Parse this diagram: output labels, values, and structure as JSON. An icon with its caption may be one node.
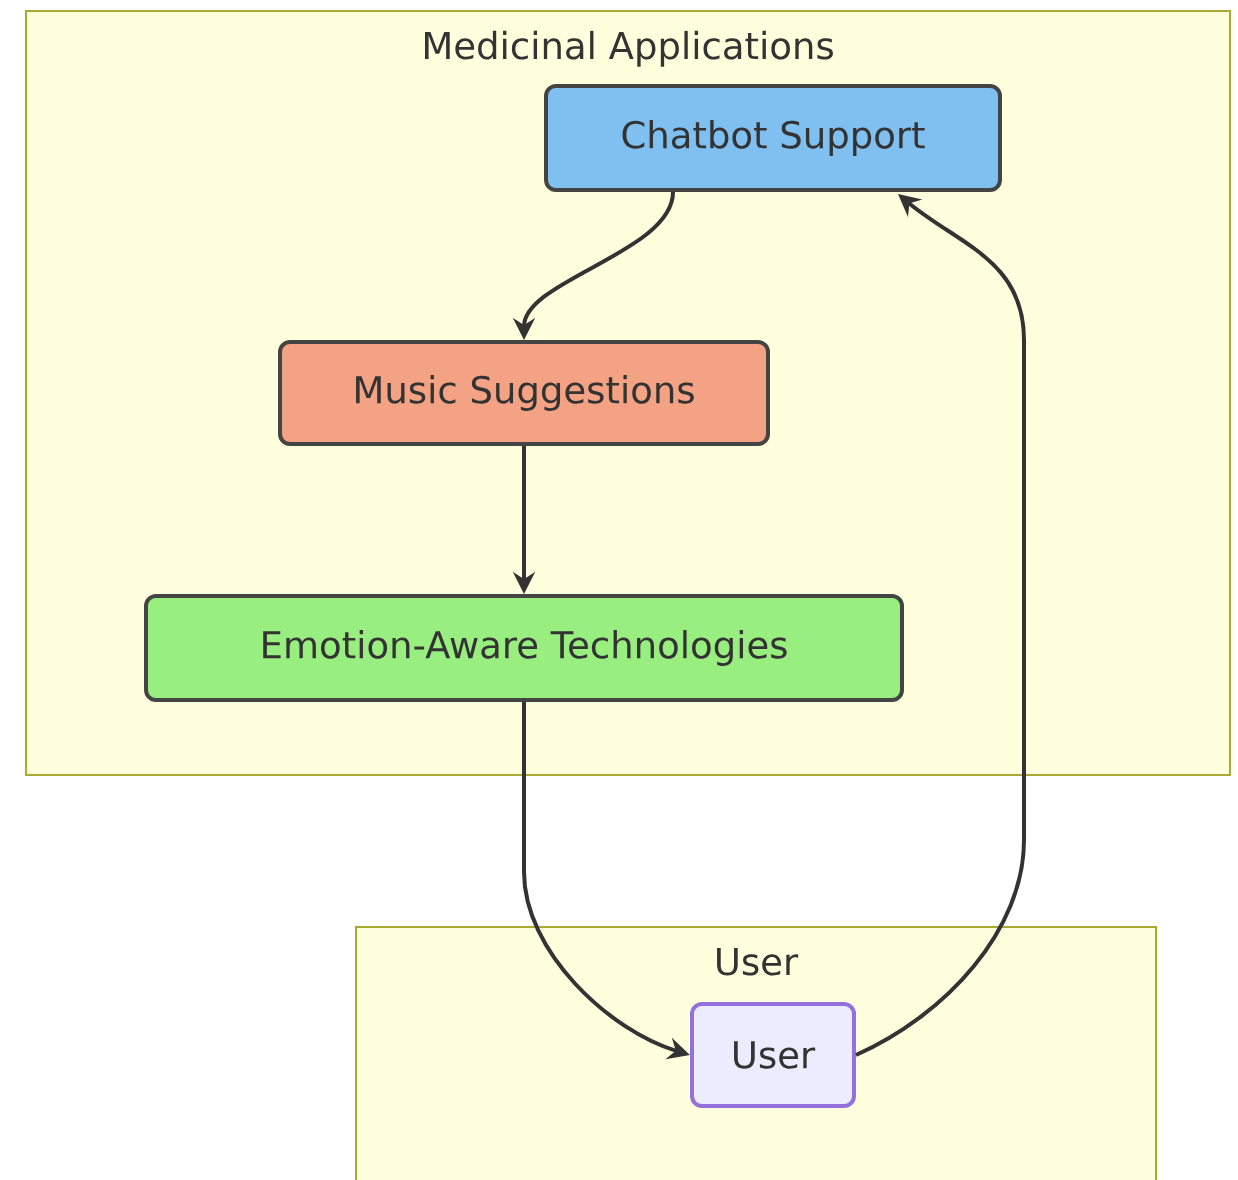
{
  "diagram": {
    "nodes": [
      {
        "text": [
          "Medicinal Applications"
        ]
      },
      {
        "text": [
          "Chatbot Support"
        ],
        "in": 0
      },
      {
        "text": [
          "Music Suggestions"
        ],
        "in": 0
      },
      {
        "text": [
          "Emotion-Aware Technologies"
        ],
        "in": 0
      },
      {
        "text": [
          "User"
        ]
      },
      {
        "text": [
          "User"
        ],
        "in": 4
      }
    ],
    "edges": [
      {
        "from": 1,
        "to": 2,
        "arrow": "to"
      },
      {
        "from": 2,
        "to": 3,
        "arrow": "to"
      },
      {
        "from": 3,
        "to": 5,
        "arrow": "to"
      },
      {
        "from": 5,
        "to": 1,
        "arrow": "to"
      }
    ]
  }
}
